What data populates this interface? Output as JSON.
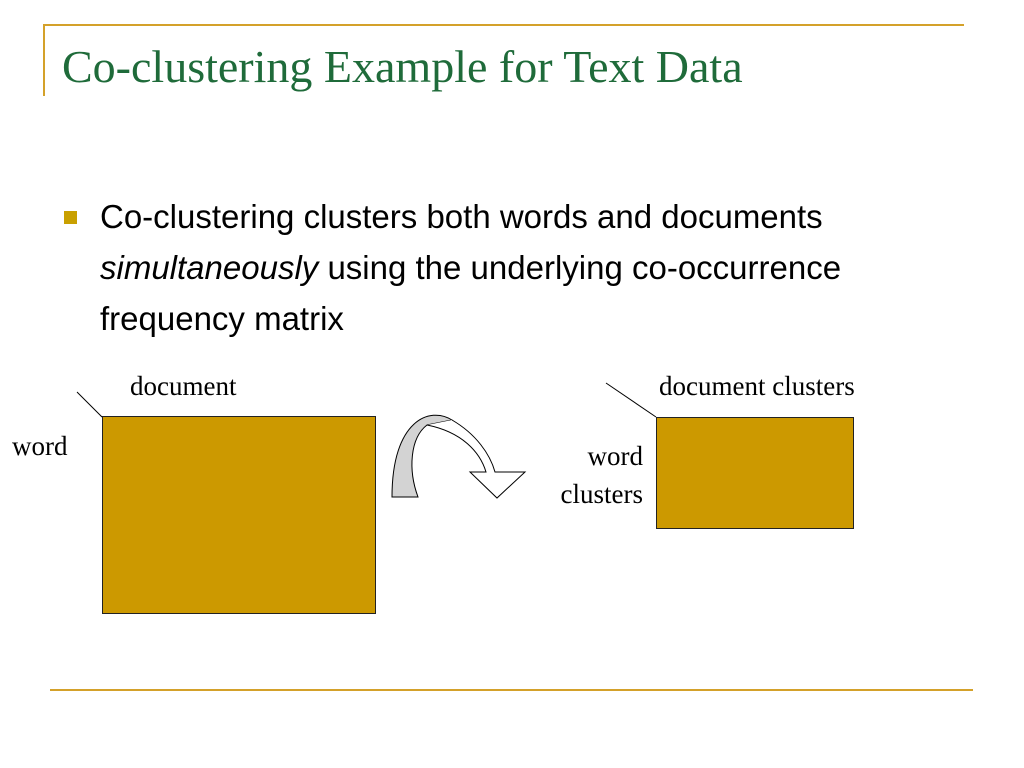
{
  "slide": {
    "title": "Co-clustering Example for Text Data",
    "bullet": {
      "text_before": "Co-clustering clusters both words and documents ",
      "emphasis": "simultaneously",
      "text_after": " using the underlying co-occurrence frequency matrix"
    },
    "diagram": {
      "left_matrix": {
        "column_label": "document",
        "row_label": "word"
      },
      "right_matrix": {
        "column_label": "document clusters",
        "row_label_line1": "word",
        "row_label_line2": "clusters"
      },
      "arrow_icon": "curved-arrow-icon"
    },
    "colors": {
      "title": "#1f6b3a",
      "accent_rule": "#d4a12a",
      "matrix_fill": "#cc9900",
      "arrow_fill": "#d3d3d3"
    }
  }
}
